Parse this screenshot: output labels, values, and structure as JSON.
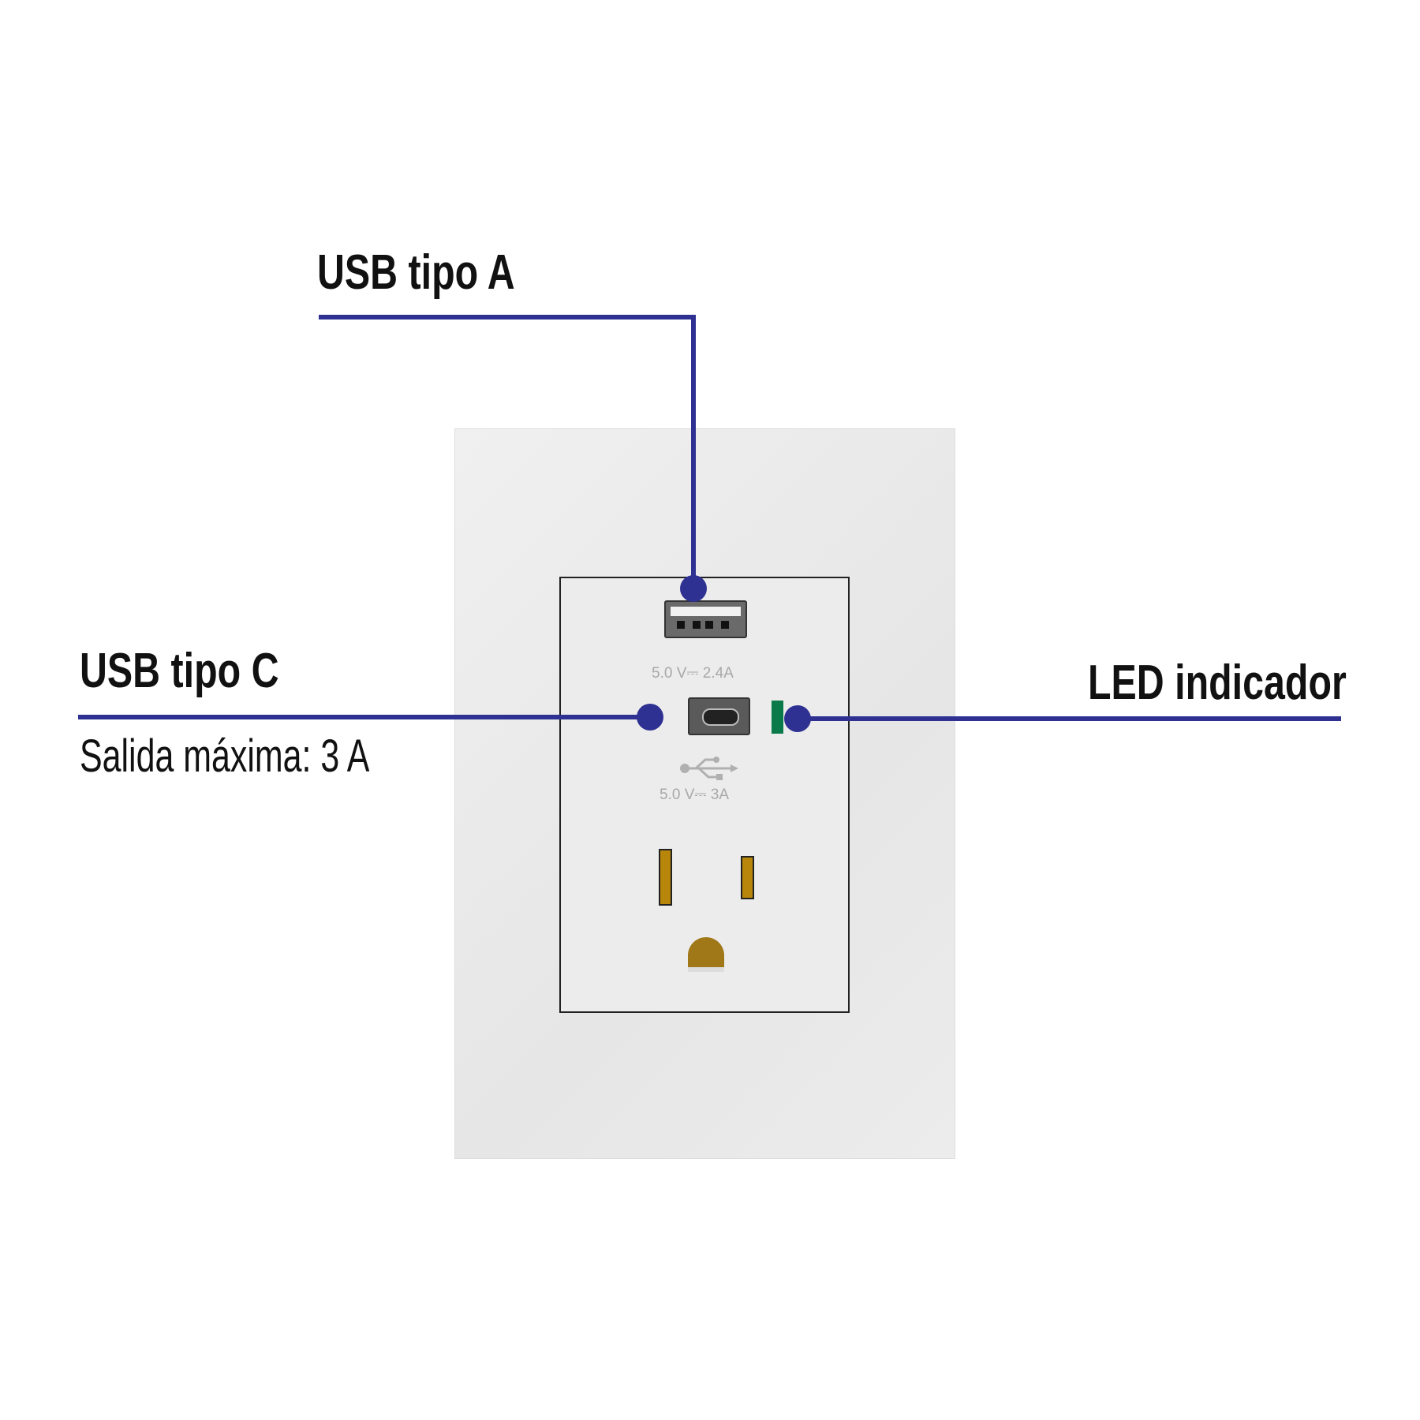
{
  "callouts": {
    "usb_a": {
      "label": "USB tipo A"
    },
    "usb_c": {
      "label": "USB tipo C",
      "sublabel": "Salida máxima: 3 A"
    },
    "led": {
      "label": "LED indicador"
    }
  },
  "outlet": {
    "usb_a_rating": "5.0 V⎓ 2.4A",
    "usb_c_rating": "5.0 V⎓ 3A"
  },
  "colors": {
    "accent": "#2e3192",
    "led": "#0a7a4a",
    "plate": "#e8e8e8"
  }
}
